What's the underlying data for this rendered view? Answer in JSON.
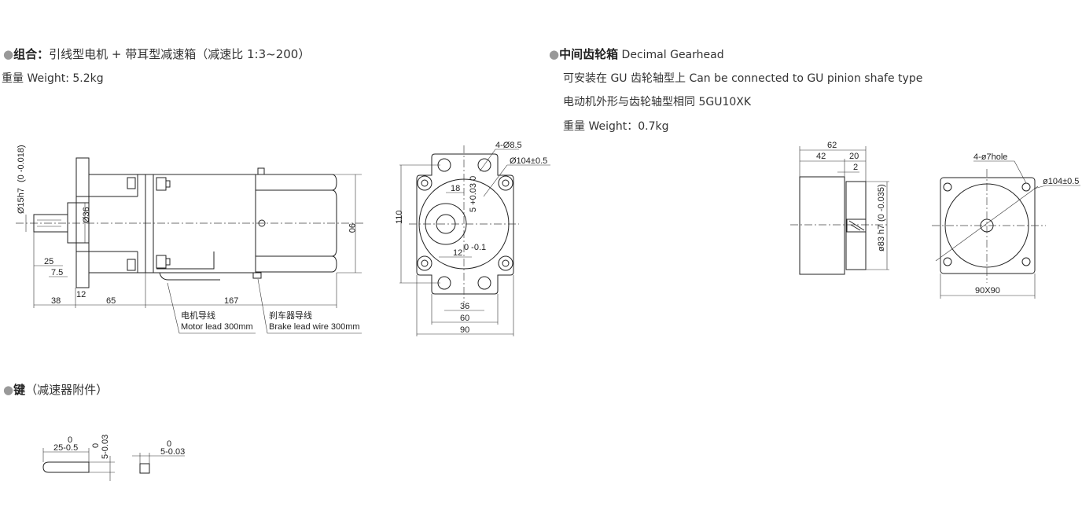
{
  "left": {
    "bullet": "●",
    "heading": "组合：",
    "title": "引线型电机 + 带耳型减速箱（减速比 1:3~200）",
    "weight": "重量 Weight: 5.2kg"
  },
  "right": {
    "bullet": "●",
    "heading": "中间齿轮箱",
    "title": " Decimal Gearhead",
    "line1": "可安装在 GU 齿轮轴型上 Can be connected to GU pinion shafe type",
    "line2": "电动机外形与齿轮轴型相同 5GU10XK",
    "weight": "重量 Weight：0.7kg"
  },
  "key": {
    "bullet": "●",
    "heading": "键",
    "title": "（减速器附件）",
    "dim_len": "25-0.5",
    "dim_len_tol": "0",
    "dim_h": "5-0.03",
    "dim_h_tol": "0",
    "dim_w": "5-0.03",
    "dim_w_tol": "0"
  },
  "motor_side": {
    "shaft": "Ø15h7",
    "shaft_tol": "(0 -0.018)",
    "hub": "Ø36",
    "d25": "25",
    "d75": "7.5",
    "d12": "12",
    "d38": "38",
    "d65": "65",
    "d167": "167",
    "d90": "90",
    "motor_lead_cn": "电机导线",
    "motor_lead": "Motor lead 300mm",
    "brake_lead_cn": "刹车器导线",
    "brake_lead": "Brake lead wire 300mm"
  },
  "motor_front": {
    "holes": "4-Ø8.5",
    "pcd": "Ø104±0.5",
    "d18": "18",
    "key_w": "5 +0.03 0",
    "key_h": "12",
    "key_h_tol": "0 -0.1",
    "d110": "110",
    "d36": "36",
    "d60": "60",
    "d90": "90"
  },
  "gearhead_side": {
    "d62": "62",
    "d42": "42",
    "d20": "20",
    "d2": "2",
    "shaft": "ø83 h7",
    "shaft_tol": "(0 -0.035)"
  },
  "gearhead_front": {
    "holes": "4-ø7hole",
    "pcd": "ø104±0.5",
    "size": "90X90"
  }
}
